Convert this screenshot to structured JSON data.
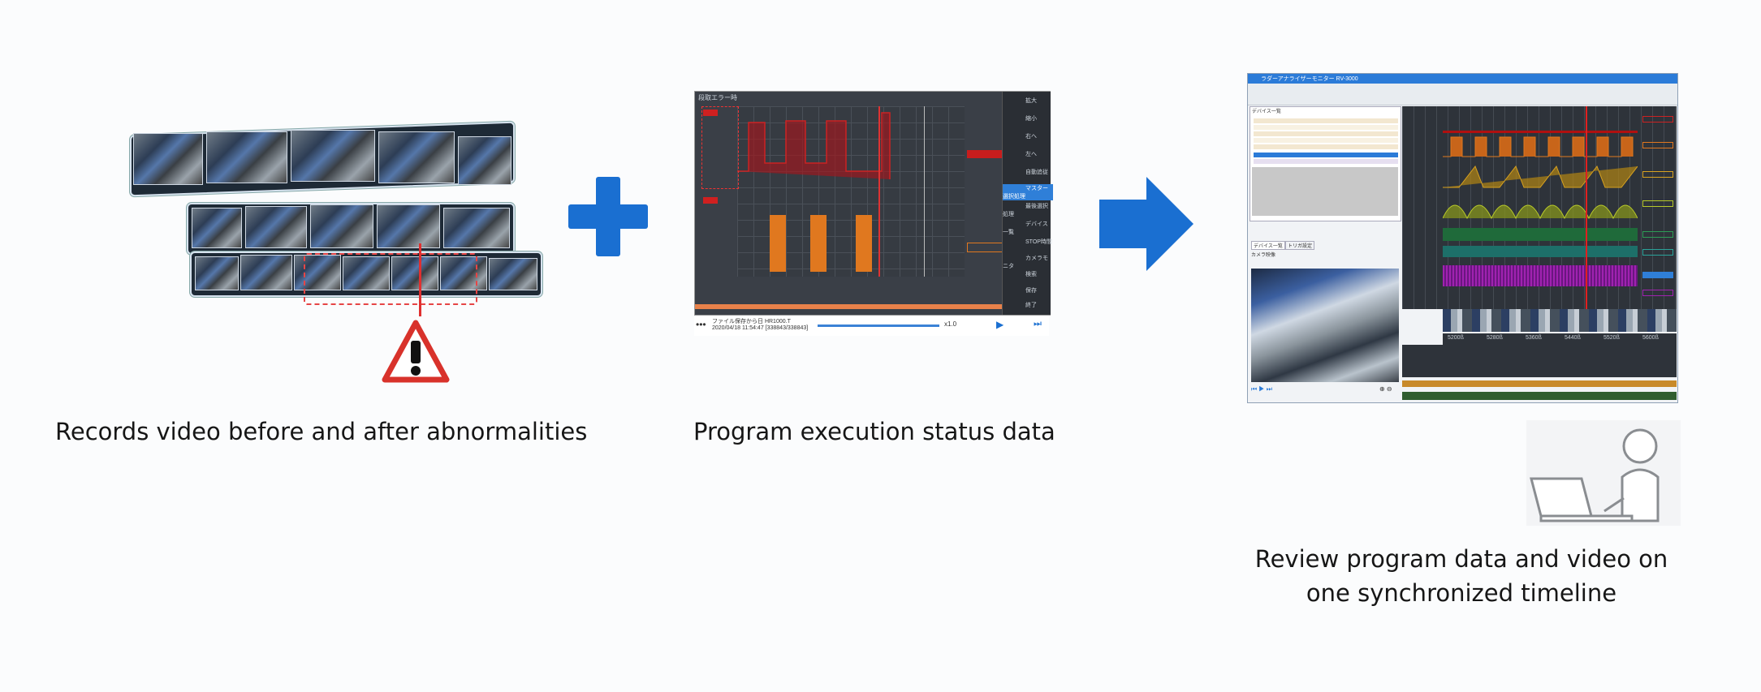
{
  "captions": {
    "left": "Records video before and after abnormalities",
    "middle": "Program execution status data",
    "right_line1": "Review program data and video on",
    "right_line2": "one synchronized timeline"
  },
  "middle_screen": {
    "title": "段取エラー時",
    "file_label": "ファイル保存から日 HR1000.T",
    "timestamp": "2020/04/18 11:54:47 [338843/338843]",
    "speed": "x1.0",
    "tool_items": [
      "拡大",
      "縮小",
      "右へ",
      "左へ",
      "自動追従",
      "マスター選択処理",
      "最後選択処理",
      "デバイス一覧",
      "STOP時間",
      "カメラモニタ",
      "検索",
      "保存",
      "終了"
    ]
  },
  "right_screen": {
    "title": "ラダーアナライザーモニター RV-3000",
    "device_list_title": "デバイス一覧",
    "tab_device": "デバイス一覧",
    "tab_trigger": "トリガ設定",
    "camera_label": "カメラ映像",
    "time_labels": [
      "5200ß",
      "5280ß",
      "5360ß",
      "5440ß",
      "5520ß",
      "5600ß"
    ]
  },
  "colors": {
    "accent_blue": "#1a6fd1",
    "warning_red": "#d8322b",
    "red_wave": "#a5151c",
    "orange_bar": "#e0781f"
  }
}
